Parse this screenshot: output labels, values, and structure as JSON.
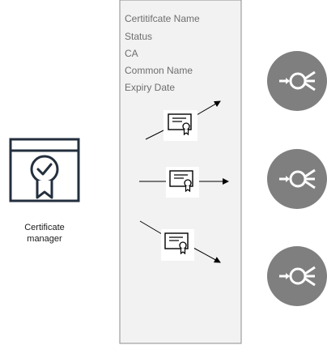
{
  "certificate_manager": {
    "label_line1": "Certificate",
    "label_line2": "manager",
    "icon": "certificate-manager-icon"
  },
  "panel": {
    "fields": [
      "Certitifcate Name",
      "Status",
      "CA",
      "Common Name",
      "Expiry Date"
    ]
  },
  "certificates": [
    {
      "icon": "certificate-icon",
      "flow": "up-right"
    },
    {
      "icon": "certificate-icon",
      "flow": "straight"
    },
    {
      "icon": "certificate-icon",
      "flow": "down-right"
    }
  ],
  "endpoints": [
    {
      "icon": "load-balancer-icon"
    },
    {
      "icon": "load-balancer-icon"
    },
    {
      "icon": "load-balancer-icon"
    }
  ],
  "colors": {
    "panel_fill": "#f2f2f2",
    "panel_border": "#8c8c8c",
    "endpoint_fill": "#7f7f7f",
    "icon_stroke": "#232f3e",
    "text_muted": "#6e6e6e"
  }
}
